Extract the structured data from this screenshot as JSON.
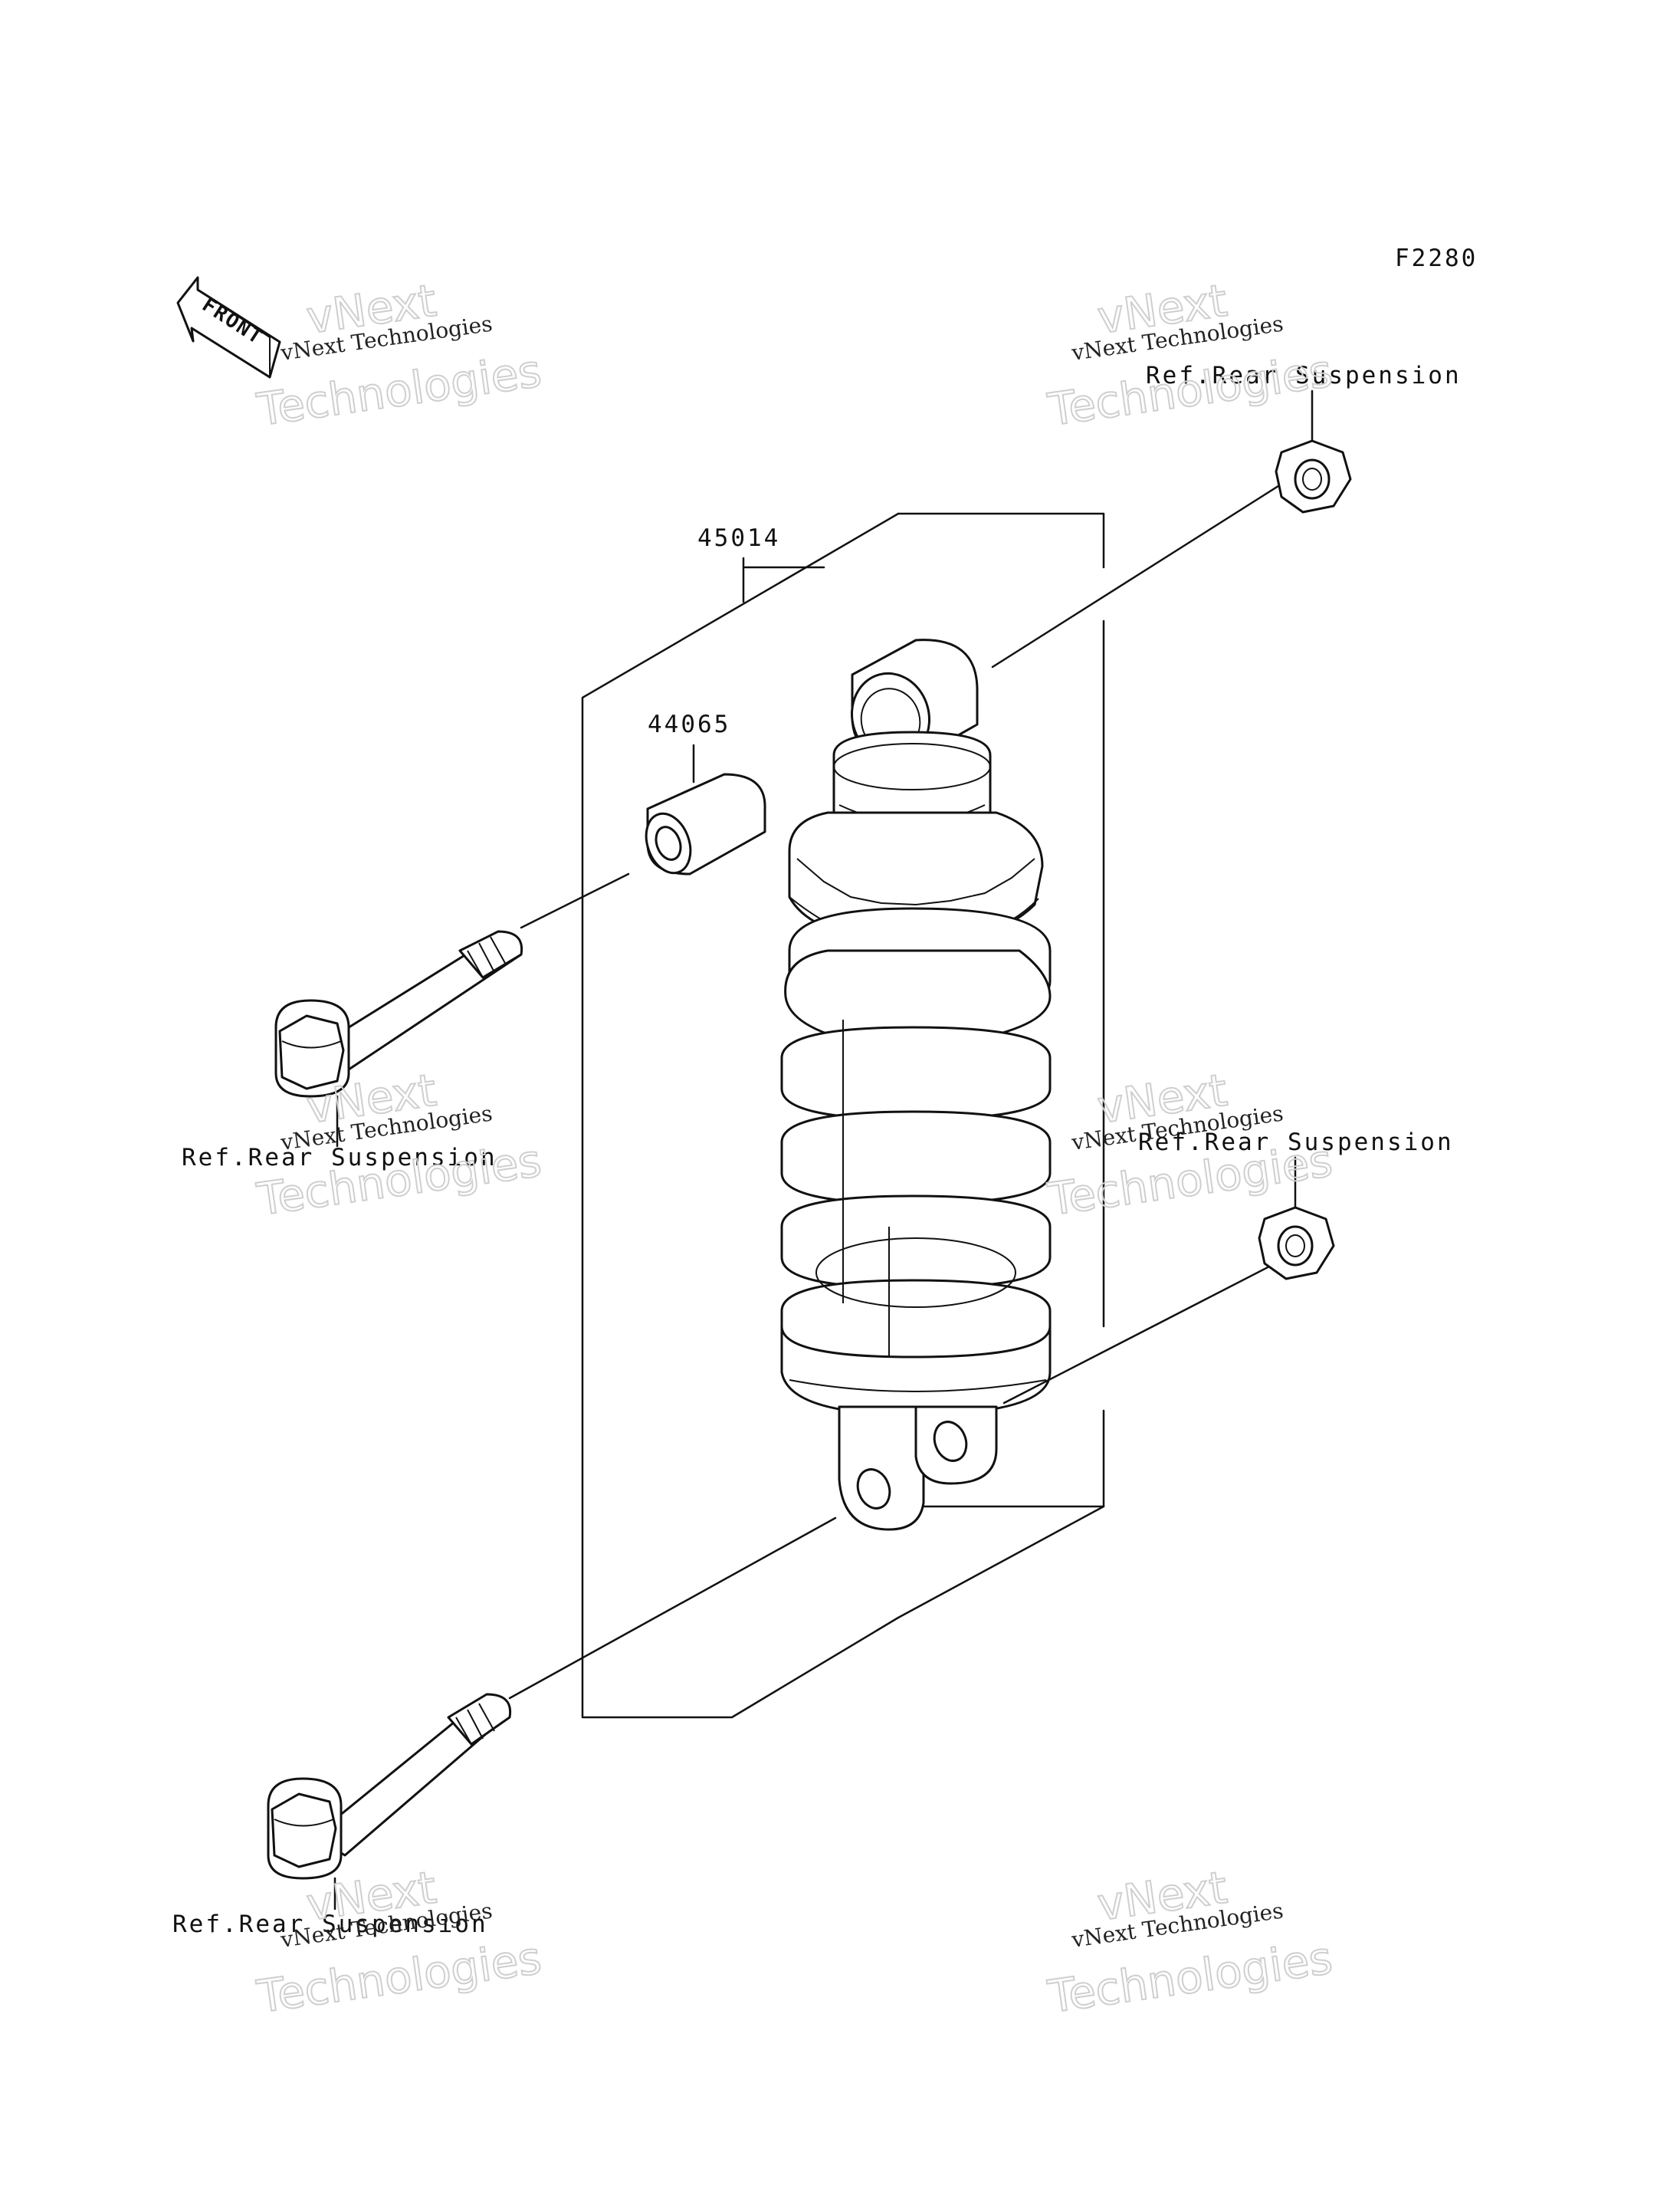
{
  "figure_code": "F2280",
  "front_arrow_label": "FRONT",
  "labels": {
    "shock_absorber": "45014",
    "bushing": "44065",
    "ref_top_right": "Ref.Rear Suspension",
    "ref_mid_right": "Ref.Rear Suspension",
    "ref_mid_left": "Ref.Rear Suspension",
    "ref_bottom_left": "Ref.Rear Suspension"
  },
  "watermarks": [
    {
      "line1": "vNext Technologies",
      "line2": "vNext",
      "line3": "Technologies"
    },
    {
      "line1": "vNext Technologies",
      "line2": "vNext",
      "line3": "Technologies"
    },
    {
      "line1": "vNext Technologies",
      "line2": "vNext",
      "line3": "Technologies"
    },
    {
      "line1": "vNext Technologies",
      "line2": "vNext",
      "line3": "Technologies"
    },
    {
      "line1": "vNext Technologies",
      "line2": "vNext",
      "line3": "Technologies"
    },
    {
      "line1": "vNext Technologies",
      "line2": "vNext",
      "line3": "Technologies"
    }
  ]
}
